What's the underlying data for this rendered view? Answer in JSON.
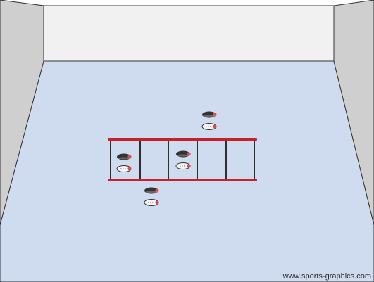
{
  "scene": {
    "type": "court-diagram",
    "colors": {
      "floor": "#cfdcef",
      "back_wall": "#f1f1f1",
      "side_wall": "#cfcfcf",
      "outline": "#333333",
      "ladder_rail": "#c8202a",
      "ladder_rung": "#2f2f2f",
      "shoe_dark": "#333333",
      "shoe_light": "#f5f5f5",
      "shoe_accent": "#e14a4a"
    },
    "ladder": {
      "icon": "agility-ladder",
      "segments": 5
    },
    "shoes": [
      {
        "name": "shoe-pair-top",
        "icon": "shoe-pair-icon"
      },
      {
        "name": "shoe-pair-ladder-first",
        "icon": "shoe-pair-icon"
      },
      {
        "name": "shoe-pair-ladder-third",
        "icon": "shoe-pair-icon"
      },
      {
        "name": "shoe-pair-bottom",
        "icon": "shoe-pair-icon"
      }
    ]
  },
  "watermark": "www.sports-graphics.com"
}
